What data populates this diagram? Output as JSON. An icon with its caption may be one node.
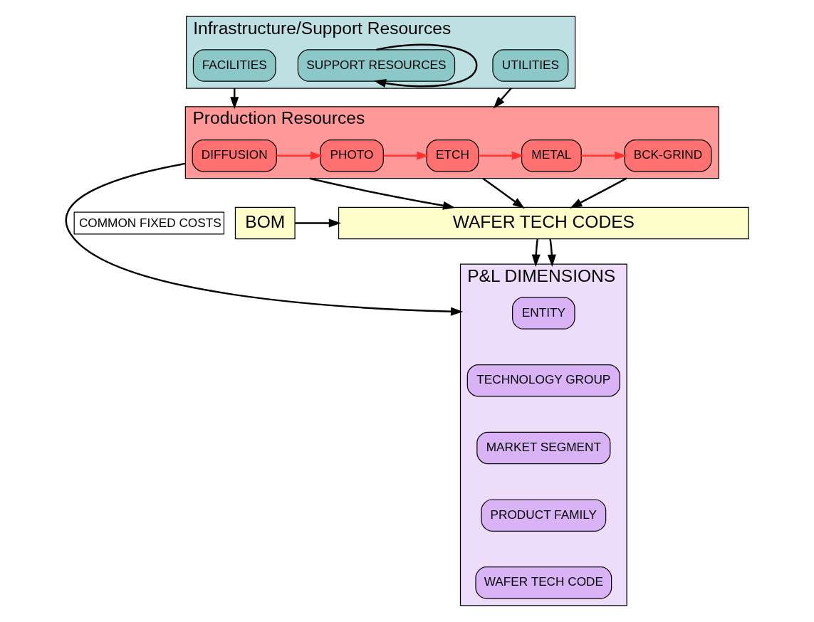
{
  "diagram": {
    "nodes": [
      {
        "text": [
          "Infrastructure/Support Resources"
        ]
      },
      {
        "text": [
          "FACILITIES"
        ],
        "in": 0
      },
      {
        "text": [
          "SUPPORT RESOURCES"
        ],
        "in": 0
      },
      {
        "text": [
          "UTILITIES"
        ],
        "in": 0
      },
      {
        "text": [
          "Production Resources"
        ]
      },
      {
        "text": [
          "DIFFUSION"
        ],
        "in": 4
      },
      {
        "text": [
          "PHOTO"
        ],
        "in": 4
      },
      {
        "text": [
          "ETCH"
        ],
        "in": 4
      },
      {
        "text": [
          "METAL"
        ],
        "in": 4
      },
      {
        "text": [
          "BCK-GRIND"
        ],
        "in": 4
      },
      {
        "text": [
          "BOM"
        ]
      },
      {
        "text": [
          "WAFER TECH CODES"
        ]
      },
      {
        "text": [
          "P&L DIMENSIONS"
        ]
      },
      {
        "text": [
          "ENTITY"
        ],
        "in": 12
      },
      {
        "text": [
          "TECHNOLOGY GROUP"
        ],
        "in": 12
      },
      {
        "text": [
          "MARKET SEGMENT"
        ],
        "in": 12
      },
      {
        "text": [
          "PRODUCT FAMILY"
        ],
        "in": 12
      },
      {
        "text": [
          "WAFER TECH CODE"
        ],
        "in": 12
      }
    ],
    "edges": [
      {
        "from": 2,
        "to": 2,
        "arrow": "to"
      },
      {
        "from": 0,
        "to": 4,
        "arrow": "to"
      },
      {
        "from": 0,
        "to": 4,
        "arrow": "to"
      },
      {
        "from": 5,
        "to": 6,
        "arrow": "to",
        "color": "#ff3333"
      },
      {
        "from": 6,
        "to": 7,
        "arrow": "to",
        "color": "#ff3333"
      },
      {
        "from": 7,
        "to": 8,
        "arrow": "to",
        "color": "#ff3333"
      },
      {
        "from": 8,
        "to": 9,
        "arrow": "to",
        "color": "#ff3333"
      },
      {
        "from": 4,
        "to": 11,
        "arrow": "to"
      },
      {
        "from": 4,
        "to": 11,
        "arrow": "to"
      },
      {
        "from": 4,
        "to": 11,
        "arrow": "to"
      },
      {
        "from": 10,
        "to": 11,
        "arrow": "to"
      },
      {
        "from": 11,
        "to": 12,
        "arrow": "to"
      },
      {
        "from": 11,
        "to": 12,
        "arrow": "to"
      },
      {
        "from": 4,
        "to": 12,
        "label": "COMMON FIXED COSTS",
        "arrow": "to"
      }
    ]
  }
}
